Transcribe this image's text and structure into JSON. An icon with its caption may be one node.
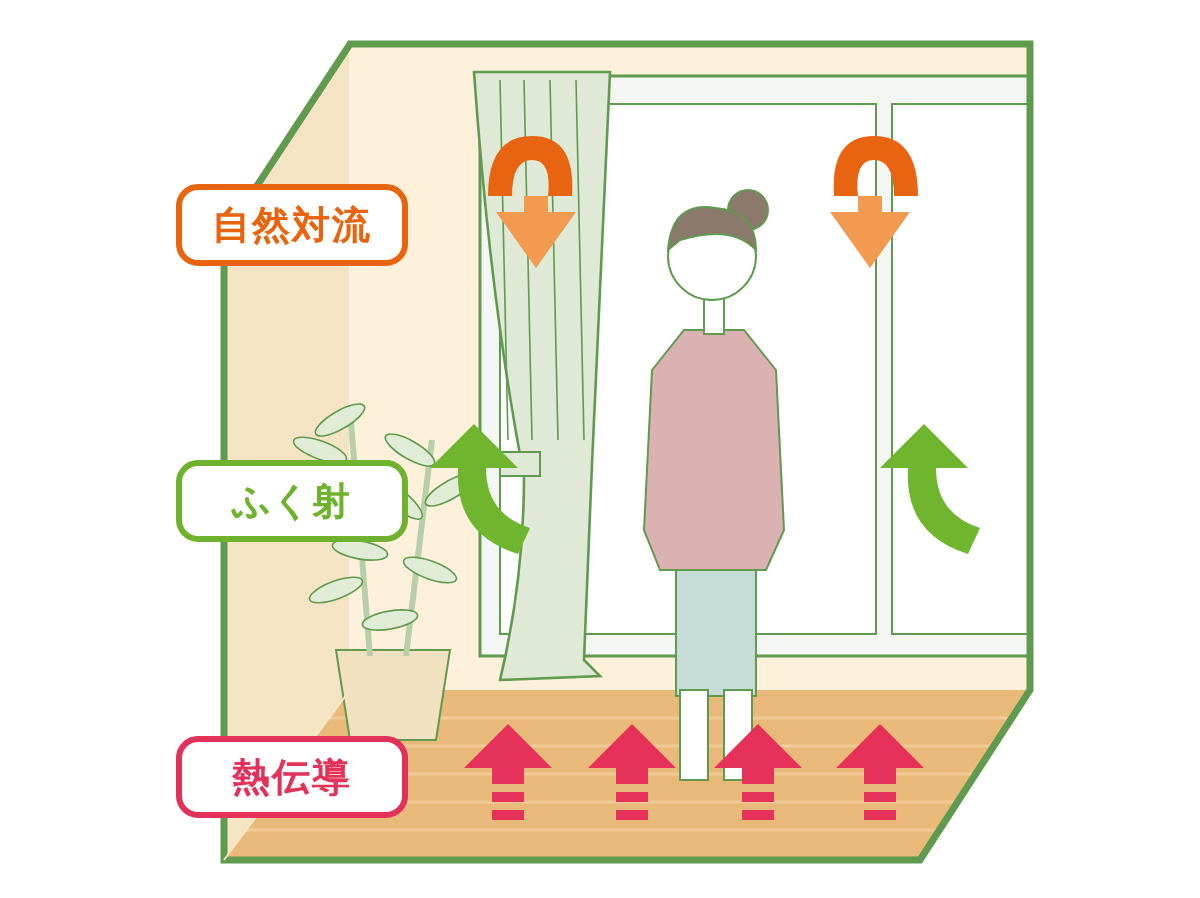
{
  "diagram": {
    "nodes": [
      {
        "text": [
          "自然対流"
        ]
      },
      {
        "text": [
          "ふく射"
        ]
      },
      {
        "text": [
          "熱伝導"
        ]
      }
    ]
  }
}
